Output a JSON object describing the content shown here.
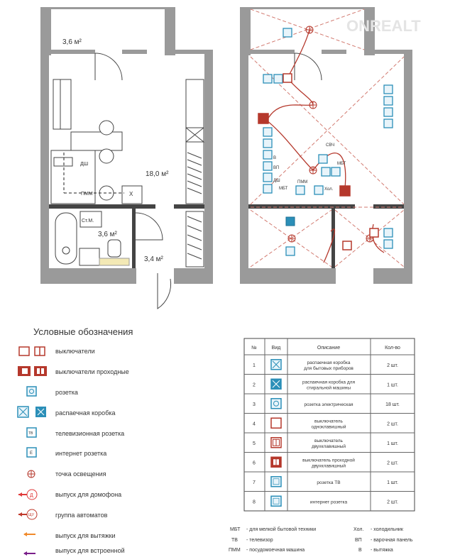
{
  "watermark": "ONREALT",
  "plan_left": {
    "balcony_area": "3,6 м²",
    "main_area": "18,0 м²",
    "bath_area": "3,6 м²",
    "hall_area": "3,4 м²",
    "label_dsh": "ДШ",
    "label_pmm": "ПММ",
    "label_fridge": "Х",
    "label_washer": "Ст.М."
  },
  "plan_right": {
    "labels": [
      "СВЧ",
      "В",
      "ВП",
      "ДШ",
      "МБТ",
      "ПММ",
      "Хол.",
      "МБТ"
    ]
  },
  "legend": {
    "title": "Условные обозначения",
    "items": [
      "выключатели",
      "выключатели проходные",
      "розетка",
      "распаечная коробка",
      "телевизионная розетка",
      "интернет розетка",
      "точка освещения",
      "выпуск для домофона",
      "группа автоматов",
      "выпуск для вытяжки",
      "выпуск для встроенной"
    ],
    "symbol_text": {
      "tv": "ТВ",
      "internet": "Е",
      "intercom": "Д",
      "breakers": "ЩУ"
    }
  },
  "table": {
    "headers": [
      "№",
      "Вид",
      "Описание",
      "Кол-во"
    ],
    "rows": [
      {
        "n": "1",
        "icon": "junction-box",
        "desc1": "распаечная коробка",
        "desc2": "для бытовых приборов",
        "qty": "2 шт."
      },
      {
        "n": "2",
        "icon": "junction-box-filled",
        "desc1": "распаечная коробка для",
        "desc2": "стиральной машины",
        "qty": "1 шт."
      },
      {
        "n": "3",
        "icon": "socket",
        "desc1": "розетка электрическая",
        "desc2": "",
        "qty": "18 шт."
      },
      {
        "n": "4",
        "icon": "switch-single",
        "desc1": "выключатель",
        "desc2": "одноклавишный",
        "qty": "2 шт."
      },
      {
        "n": "5",
        "icon": "switch-double",
        "desc1": "выключатель",
        "desc2": "двухклавишный",
        "qty": "1 шт."
      },
      {
        "n": "6",
        "icon": "pass-switch-double",
        "desc1": "выключатель проходной",
        "desc2": "двухклавишный",
        "qty": "2 шт."
      },
      {
        "n": "7",
        "icon": "tv-socket",
        "desc1": "розетка ТВ",
        "desc2": "",
        "qty": "1 шт."
      },
      {
        "n": "8",
        "icon": "internet-socket",
        "desc1": "интернет розетка",
        "desc2": "",
        "qty": "2 шт."
      }
    ]
  },
  "abbreviations": [
    {
      "abbr": "МБТ",
      "text": "- для мелкой бытовой техники"
    },
    {
      "abbr": "ТВ",
      "text": "- телевизор"
    },
    {
      "abbr": "ПММ",
      "text": "- посудомоечная машина"
    },
    {
      "abbr": "Хол.",
      "text": "- холодильник"
    },
    {
      "abbr": "ВП",
      "text": "- варочная панель"
    },
    {
      "abbr": "В",
      "text": "- вытяжка"
    }
  ],
  "colors": {
    "wall": "#9a9a9a",
    "red": "#b5382c",
    "blue": "#2b8fb8",
    "dash": "#d27a70"
  }
}
